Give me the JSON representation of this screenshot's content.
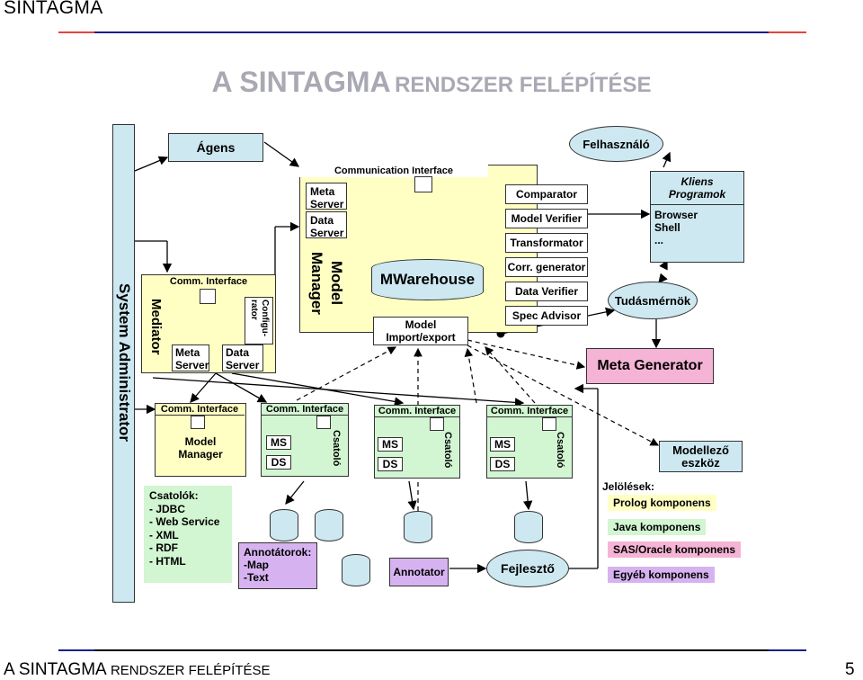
{
  "header": {
    "brand": "SINTAGMA"
  },
  "title": {
    "main": "A SINTAGMA",
    "rest": "RENDSZER FELÉPÍTÉSE"
  },
  "footer": {
    "main": "A SINTAGMA",
    "rest": "RENDSZER FELÉPÍTÉSE",
    "page": "5"
  },
  "colors": {
    "rule_blue": "#1a1f8c",
    "rule_red": "#e8433a",
    "yellow": "#ffffc4",
    "green": "#d2f5d2",
    "blue": "#cde8f0",
    "purple": "#d6b3f0",
    "pink": "#f5b4d5"
  },
  "diagram": {
    "sysadmin": "System Administrator",
    "agens": "Ágens",
    "felhasznalo": "Felhasználó",
    "kliens": {
      "title1": "Kliens",
      "title2": "Programok",
      "l1": "Browser",
      "l2": "Shell",
      "l3": "..."
    },
    "tudasmernok": "Tudásmérnök",
    "meta_generator": "Meta Generator",
    "modellezo": {
      "l1": "Modellező",
      "l2": "eszköz"
    },
    "model_manager": {
      "comm": "Communication Interface",
      "meta1": "Meta",
      "meta2": "Server",
      "data1": "Data",
      "data2": "Server",
      "vertical1": "Model",
      "vertical2": "Manager",
      "mwarehouse": "MWarehouse",
      "import1": "Model",
      "import2": "Import/export",
      "tools": [
        "Comparator",
        "Model Verifier",
        "Transformator",
        "Corr. generator",
        "Data Verifier",
        "Spec Advisor"
      ]
    },
    "mediator": {
      "comm": "Comm. Interface",
      "vertical": "Mediator",
      "config1": "Configu-",
      "config2": "rator",
      "meta1": "Meta",
      "meta2": "Server",
      "data1": "Data",
      "data2": "Server"
    },
    "mm_small": {
      "comm": "Comm. Interface",
      "l1": "Model",
      "l2": "Manager"
    },
    "wrappers": [
      {
        "comm": "Comm. Interface",
        "ms": "MS",
        "ds": "DS",
        "csatolo": "Csatoló"
      },
      {
        "comm": "Comm. Interface",
        "ms": "MS",
        "ds": "DS",
        "csatolo": "Csatoló"
      },
      {
        "comm": "Comm. Interface",
        "ms": "MS",
        "ds": "DS",
        "csatolo": "Csatoló"
      }
    ],
    "csatolok": {
      "title": "Csatolók:",
      "items": [
        "- JDBC",
        "- Web Service",
        "- XML",
        "- RDF",
        "- HTML"
      ]
    },
    "annotatorok": {
      "title": "Annotátorok:",
      "items": [
        "-Map",
        "-Text"
      ]
    },
    "annotator": "Annotator",
    "fejleszto": "Fejlesztő",
    "legend": {
      "title": "Jelölések:",
      "items": [
        {
          "label": "Prolog komponens",
          "color": "#ffffc4"
        },
        {
          "label": "Java komponens",
          "color": "#d2f5d2"
        },
        {
          "label": "SAS/Oracle komponens",
          "color": "#f5b4d5"
        },
        {
          "label": "Egyéb komponens",
          "color": "#d6b3f0"
        }
      ]
    }
  }
}
